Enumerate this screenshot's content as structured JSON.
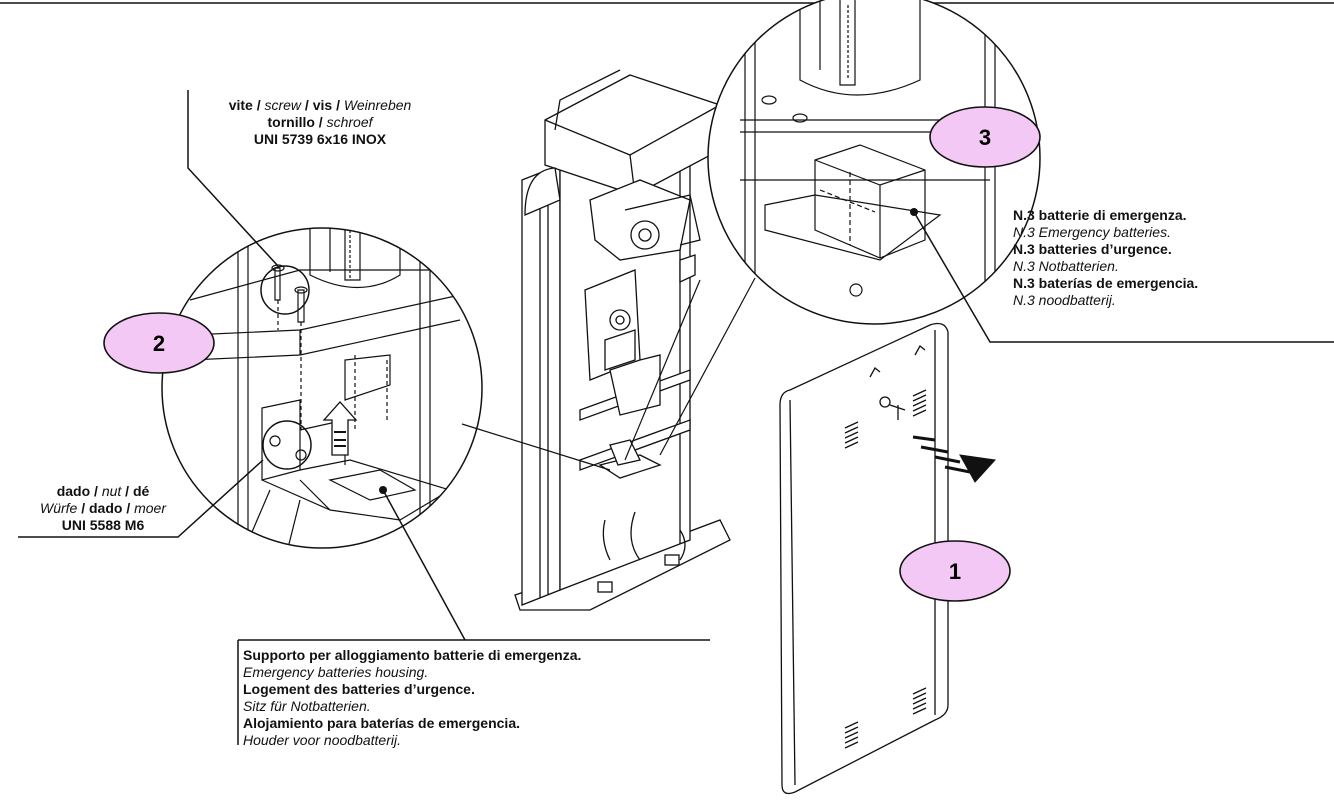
{
  "screw_label": {
    "line1": [
      {
        "text": "vite / ",
        "style": "b"
      },
      {
        "text": "screw",
        "style": "i"
      },
      {
        "text": " / vis / ",
        "style": "b"
      },
      {
        "text": "Weinreben",
        "style": "i"
      }
    ],
    "line2": [
      {
        "text": "tornillo / ",
        "style": "b"
      },
      {
        "text": "schroef",
        "style": "i"
      }
    ],
    "line3": "UNI 5739 6x16 INOX"
  },
  "nut_label": {
    "line1": [
      {
        "text": "dado / ",
        "style": "b"
      },
      {
        "text": "nut",
        "style": "i"
      },
      {
        "text": " / dé",
        "style": "b"
      }
    ],
    "line2": [
      {
        "text": "Würfe",
        "style": "i"
      },
      {
        "text": " / dado / ",
        "style": "b"
      },
      {
        "text": "moer",
        "style": "i"
      }
    ],
    "line3": "UNI 5588 M6"
  },
  "batteries_label": {
    "lines": [
      {
        "text": "N.3 batterie di emergenza.",
        "style": "b"
      },
      {
        "text": "N.3 Emergency batteries.",
        "style": "i"
      },
      {
        "text": "N.3 batteries d’urgence.",
        "style": "b"
      },
      {
        "text": "N.3 Notbatterien.",
        "style": "i"
      },
      {
        "text": "N.3 baterías de emergencia.",
        "style": "b"
      },
      {
        "text": "N.3 noodbatterij.",
        "style": "i"
      }
    ]
  },
  "support_label": {
    "lines": [
      {
        "text": "Supporto per alloggiamento batterie di emergenza.",
        "style": "b"
      },
      {
        "text": "Emergency batteries housing.",
        "style": "i"
      },
      {
        "text": "Logement des batteries d’urgence.",
        "style": "b"
      },
      {
        "text": "Sitz für Notbatterien.",
        "style": "i"
      },
      {
        "text": "Alojamiento para baterías de emergencia.",
        "style": "b"
      },
      {
        "text": "Houder voor noodbatterij.",
        "style": "i"
      }
    ]
  },
  "steps": {
    "step1": "1",
    "step2": "2",
    "step3": "3"
  },
  "colors": {
    "step_fill": "#f4c8f4",
    "line": "#111111"
  }
}
